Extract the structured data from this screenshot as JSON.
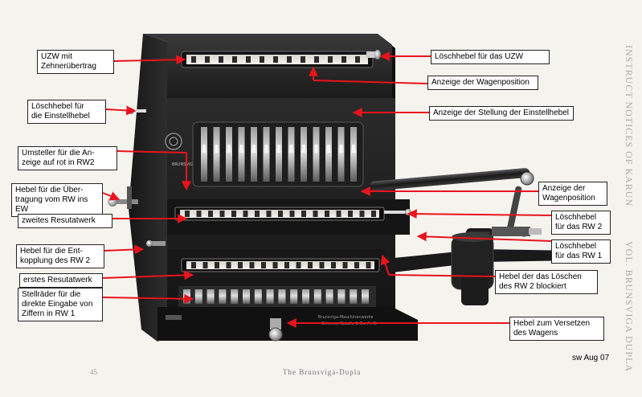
{
  "labels": {
    "uzw": [
      "UZW mit",
      "Zehnerübertrag"
    ],
    "loeschhebel_einstell": [
      "Löschhebel für",
      "die Einstellhebel"
    ],
    "umsteller": [
      "Umsteller für die An-",
      "zeige auf rot in RW2"
    ],
    "hebel_uebertragung": [
      "Hebel für die Über-",
      "tragung vom RW ins EW"
    ],
    "zweites_resultatwerk": "zweites Resutatwerk",
    "hebel_entkopplung": [
      "Hebel für die Ent-",
      "kopplung des RW 2"
    ],
    "erstes_resultatwerk": "erstes Resutatwerk",
    "stellraeder": [
      "Stellräder für die",
      "direkte Eingabe von",
      "Ziffern in RW 1"
    ],
    "loeschhebel_uzw": "Löschhebel für das UZW",
    "anzeige_wagenposition_top": "Anzeige der Wagenposition",
    "anzeige_stellung": "Anzeige der Stellung der Einstellhebel",
    "anzeige_wagenposition_mid": [
      "Anzeige der",
      "Wagenposition"
    ],
    "loeschhebel_rw2": [
      "Löschhebel",
      "für das RW 2"
    ],
    "loeschhebel_rw1": [
      "Löschhebel",
      "für das RW 1"
    ],
    "hebel_loeschen_blockiert": [
      "Hebel der das Löschen",
      "des RW 2 blockiert"
    ],
    "hebel_versetzen": [
      "Hebel zum Versetzen",
      "des Wagens"
    ]
  },
  "credit": "sw Aug 07",
  "caption": "The Brunsviga-Dupla",
  "page_number": "45",
  "side_text_right_top": "INSTRUCT NOTICES OF KARUN",
  "side_text_right_bottom": "VOL. BRUNSVIGA DUPLA",
  "machine": {
    "brand_plate": "BRUNSVIGA DUPLA",
    "maker_plate": [
      "Brunsviga-Maschinenwerke",
      "Grimme, Natalis & Co. A.-G."
    ],
    "arrow_color": "#e8141c"
  }
}
